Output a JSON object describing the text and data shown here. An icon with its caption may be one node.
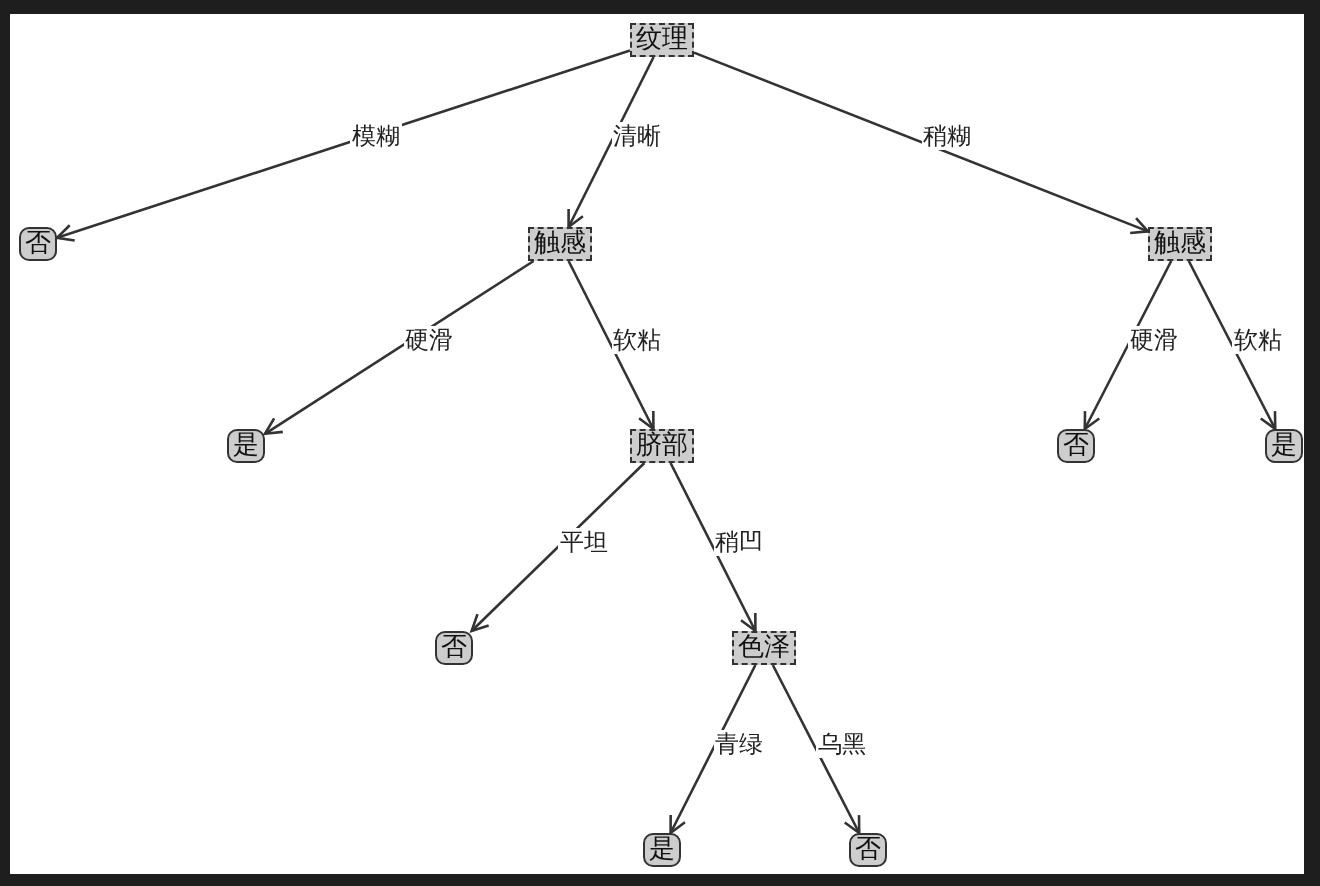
{
  "diagram": {
    "nodes": [
      {
        "text": [
          "纹理"
        ]
      },
      {
        "text": [
          "否"
        ]
      },
      {
        "text": [
          "触感"
        ]
      },
      {
        "text": [
          "触感"
        ]
      },
      {
        "text": [
          "是"
        ]
      },
      {
        "text": [
          "脐部"
        ]
      },
      {
        "text": [
          "否"
        ]
      },
      {
        "text": [
          "是"
        ]
      },
      {
        "text": [
          "否"
        ]
      },
      {
        "text": [
          "色泽"
        ]
      },
      {
        "text": [
          "是"
        ]
      },
      {
        "text": [
          "否"
        ]
      }
    ],
    "edges": [
      {
        "from": 0,
        "to": 1,
        "arrow": "to",
        "label": "模糊"
      },
      {
        "from": 0,
        "to": 2,
        "arrow": "to",
        "label": "清晰"
      },
      {
        "from": 0,
        "to": 3,
        "arrow": "to",
        "label": "稍糊"
      },
      {
        "from": 2,
        "to": 4,
        "arrow": "to",
        "label": "硬滑"
      },
      {
        "from": 2,
        "to": 5,
        "arrow": "to",
        "label": "软粘"
      },
      {
        "from": 3,
        "to": 6,
        "arrow": "to",
        "label": "硬滑"
      },
      {
        "from": 3,
        "to": 7,
        "arrow": "to",
        "label": "软粘"
      },
      {
        "from": 5,
        "to": 8,
        "arrow": "to",
        "label": "平坦"
      },
      {
        "from": 5,
        "to": 9,
        "arrow": "to",
        "label": "稍凹"
      },
      {
        "from": 9,
        "to": 10,
        "arrow": "to",
        "label": "青绿"
      },
      {
        "from": 9,
        "to": 11,
        "arrow": "to",
        "label": "乌黑"
      }
    ]
  }
}
